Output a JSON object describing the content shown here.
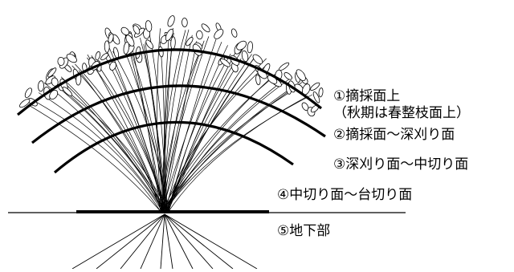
{
  "diagram": {
    "labels": {
      "zone1": "①摘採面上",
      "zone1_note": "（秋期は春整枝面上）",
      "zone2": "②摘採面～深刈り面",
      "zone3": "③深刈り面～中切り面",
      "zone4": "④中切り面～台切り面",
      "zone5": "⑤地下部"
    }
  }
}
